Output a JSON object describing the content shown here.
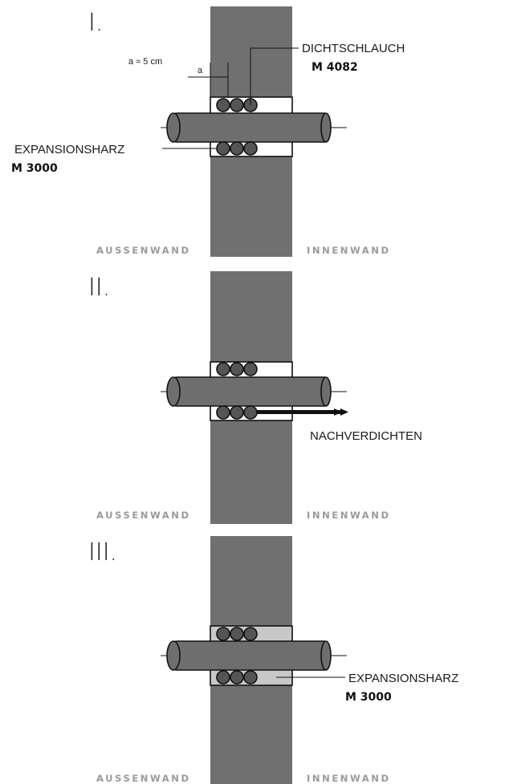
{
  "panels": [
    {
      "step": "I.",
      "outer_wall": "AUSSENWAND",
      "inner_wall": "INNENWAND",
      "gap_label": "a ≈ 5 cm",
      "gap_marker": "a",
      "seal_hose": {
        "name": "DICHTSCHLAUCH",
        "code": "M 4082"
      },
      "resin": {
        "name": "EXPANSIONSHARZ",
        "code": "M 3000"
      }
    },
    {
      "step": "II.",
      "outer_wall": "AUSSENWAND",
      "inner_wall": "INNENWAND",
      "action": "NACHVERDICHTEN"
    },
    {
      "step": "III.",
      "outer_wall": "AUSSENWAND",
      "inner_wall": "INNENWAND",
      "resin": {
        "name": "EXPANSIONSHARZ",
        "code": "M 3000"
      }
    }
  ],
  "colors": {
    "wall": "#707070",
    "pipe": "#6e6e6e",
    "seal_cord": "#555555",
    "resin_fill": "#c8c8c8",
    "wall_label": "#9a9a9a"
  }
}
